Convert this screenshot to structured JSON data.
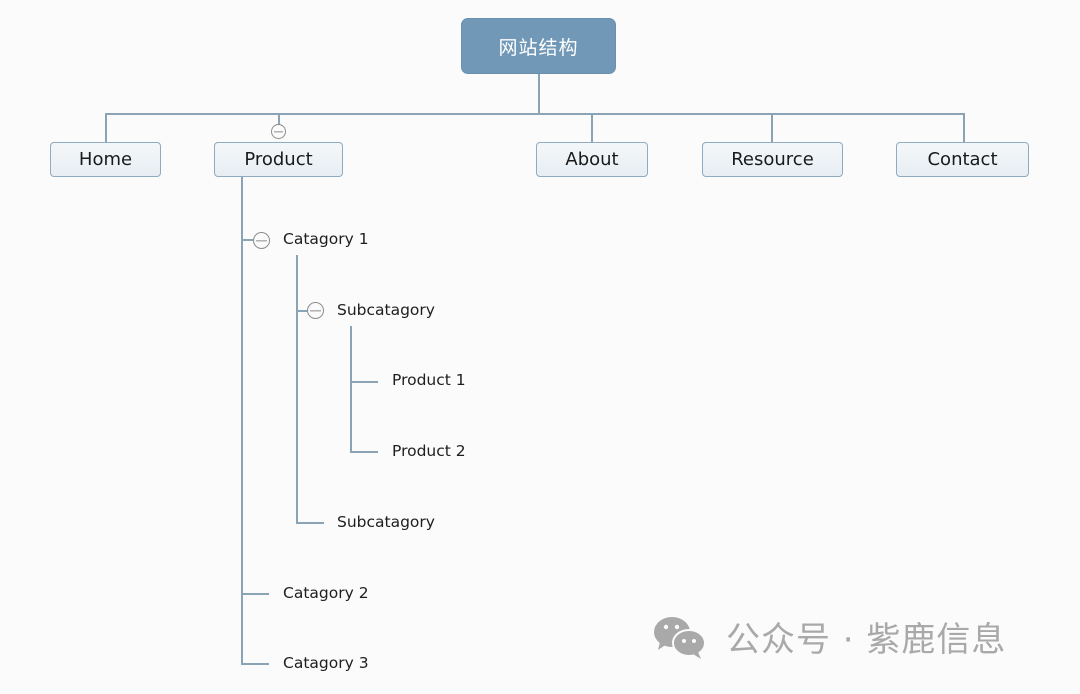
{
  "diagram": {
    "root": {
      "label": "网站结构"
    },
    "top_level": [
      {
        "label": "Home"
      },
      {
        "label": "Product"
      },
      {
        "label": "About"
      },
      {
        "label": "Resource"
      },
      {
        "label": "Contact"
      }
    ],
    "product_children": {
      "category1": {
        "label": "Catagory 1",
        "subcategory1": {
          "label": "Subcatagory",
          "products": [
            {
              "label": "Product 1"
            },
            {
              "label": "Product 2"
            }
          ]
        },
        "subcategory2": {
          "label": "Subcatagory"
        }
      },
      "category2": {
        "label": "Catagory 2"
      },
      "category3": {
        "label": "Catagory 3"
      }
    },
    "colors": {
      "root_fill": "#7198b6",
      "connector": "#8aa4b6",
      "box_border": "#8eabc0"
    }
  },
  "watermark": {
    "text": "公众号 · 紫鹿信息",
    "icon": "wechat-icon"
  }
}
